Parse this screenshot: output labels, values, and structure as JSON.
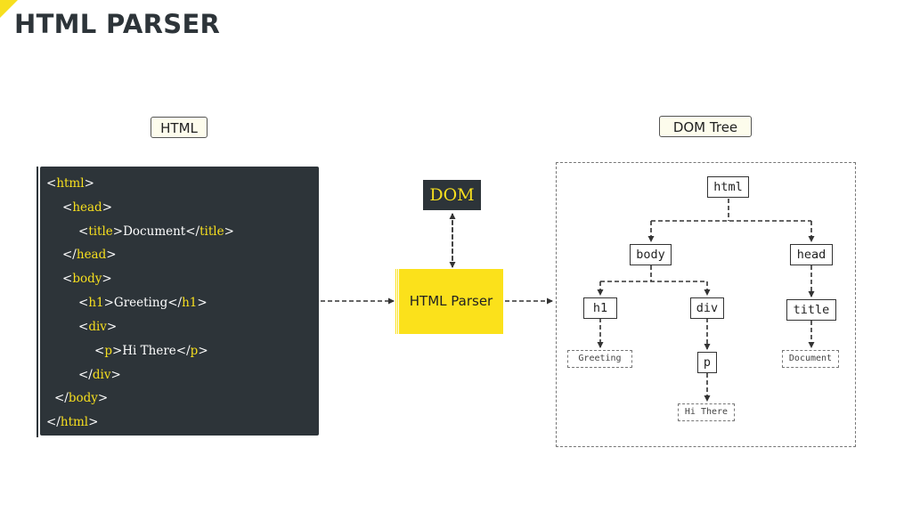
{
  "header": {
    "title": "HTML PARSER"
  },
  "labels": {
    "html": "HTML",
    "dom_tree": "DOM Tree"
  },
  "code": {
    "lines": [
      {
        "pre": "<",
        "tag": "html",
        "post": ">"
      },
      {
        "pre": "<",
        "tag": "head",
        "post": ">"
      },
      {
        "pre": "<",
        "tag": "title",
        "mid": ">Document</",
        "tag2": "title",
        "post": ">"
      },
      {
        "pre": "</",
        "tag": "head",
        "post": ">"
      },
      {
        "pre": "<",
        "tag": "body",
        "post": ">"
      },
      {
        "pre": "<",
        "tag": "h1",
        "mid": ">Greeting</",
        "tag2": "h1",
        "post": ">"
      },
      {
        "pre": "<",
        "tag": "div",
        "post": ">"
      },
      {
        "pre": "<",
        "tag": "p",
        "mid": ">Hi There</",
        "tag2": "p",
        "post": ">"
      },
      {
        "pre": "</",
        "tag": "div",
        "post": ">"
      },
      {
        "pre": "</",
        "tag": "body",
        "post": ">"
      },
      {
        "pre": "</",
        "tag": "html",
        "post": ">"
      }
    ]
  },
  "dom_box": {
    "label": "DOM"
  },
  "parser": {
    "label": "HTML Parser"
  },
  "tree": {
    "nodes": {
      "html": "html",
      "body": "body",
      "head": "head",
      "h1": "h1",
      "div": "div",
      "title": "title",
      "p": "p"
    },
    "leaves": {
      "greeting": "Greeting",
      "document": "Document",
      "hi_there": "Hi There"
    }
  },
  "colors": {
    "accent": "#f7df1e",
    "dark": "#2d3439",
    "parser": "#fbe11b",
    "label_bg": "#fdfcec"
  }
}
